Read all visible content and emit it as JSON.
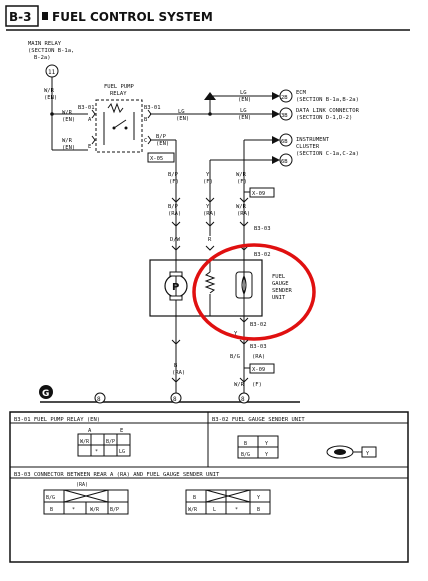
{
  "header": {
    "section": "B-3",
    "title": "FUEL CONTROL SYSTEM"
  },
  "main_relay": {
    "lines": [
      "MAIN RELAY",
      "(SECTION B-1a,",
      "B-2a)"
    ],
    "terminal": "11"
  },
  "fuel_pump_relay": {
    "title_lines": [
      "FUEL PUMP",
      "RELAY"
    ],
    "connector_left": "B3-01",
    "connector_right": "B3-01",
    "pin_a": "A",
    "pin_b": "B",
    "pin_c": "C",
    "pin_e": "E"
  },
  "wires": {
    "wr_en_1": [
      "W/R",
      "(EN)"
    ],
    "wr_en_2": [
      "W/R",
      "(EN)"
    ],
    "bk_en": [
      "W/R",
      "(EN)"
    ],
    "lg_main": [
      "LG",
      "(EN)"
    ],
    "lg_ecm": [
      "LG",
      "(EN)"
    ],
    "lg_dlc": [
      "LG",
      "(EN)"
    ],
    "bp_en": [
      "B/P",
      "(EN)"
    ],
    "bp_f": [
      "B/P",
      "(F)"
    ],
    "y_f": [
      "Y",
      "(F)"
    ],
    "wr_f": [
      "W/R",
      "(F)"
    ],
    "bp_ra": [
      "B/P",
      "(RA)"
    ],
    "y_ra": [
      "Y",
      "(RA)"
    ],
    "wr_ra": [
      "W/R",
      "(RA)"
    ],
    "dw": "D/W",
    "r": "R",
    "b_low": "B",
    "y_low": "Y",
    "bg_ra": [
      "B/G",
      "(RA)"
    ],
    "bg_ra2": [
      "B",
      "(RA)"
    ],
    "wr_f2": [
      "W/R",
      "(F)"
    ]
  },
  "destinations": {
    "ecm": {
      "terminal": "2B",
      "lines": [
        "ECM",
        "(SECTION B-1a,B-2a)"
      ]
    },
    "dlc": {
      "terminal": "3B",
      "lines": [
        "DATA LINK CONNECTOR",
        "(SECTION D-1,D-2)"
      ]
    },
    "cluster": {
      "terminal_1": "6B",
      "terminal_2": "6B",
      "lines": [
        "INSTRUMENT",
        "CLUSTER",
        "(SECTION C-1a,C-2a)"
      ]
    }
  },
  "connectors": {
    "x05": "X-05",
    "x09a": "X-09",
    "x09b": "X-09",
    "b303_top": "B3-03",
    "b302_top": "B3-02",
    "b302_bot": "B3-02",
    "b303_bot": "B3-03"
  },
  "pump": {
    "symbol": "P"
  },
  "sender": {
    "lines": [
      "FUEL",
      "GAUGE",
      "SENDER",
      "UNIT"
    ]
  },
  "grounds": {
    "g_label": "G",
    "ground_1": "8",
    "ground_2": "8",
    "ground_3": "8"
  },
  "panels": {
    "b301": {
      "title": "B3-01  FUEL PUMP RELAY (EN)",
      "letters": [
        "A",
        "E"
      ],
      "cells": [
        "W/R",
        "B/P",
        "*",
        "LG"
      ]
    },
    "b302": {
      "title": "B3-02  FUEL GAUGE SENDER UNIT",
      "cells": [
        "B",
        "Y"
      ],
      "cells_b": [
        "B/G",
        "Y"
      ],
      "tag": "Y"
    },
    "b303": {
      "title": "B3-03  CONNECTOR BETWEEN REAR A (RA) AND FUEL GAUGE SENDER UNIT",
      "sub": "(RA)",
      "left_cells": [
        "B/G",
        "B",
        "*",
        "W/R",
        "B/P"
      ],
      "right_cells": [
        "B",
        "Y",
        "W/R",
        "L",
        "*",
        "B"
      ]
    }
  }
}
